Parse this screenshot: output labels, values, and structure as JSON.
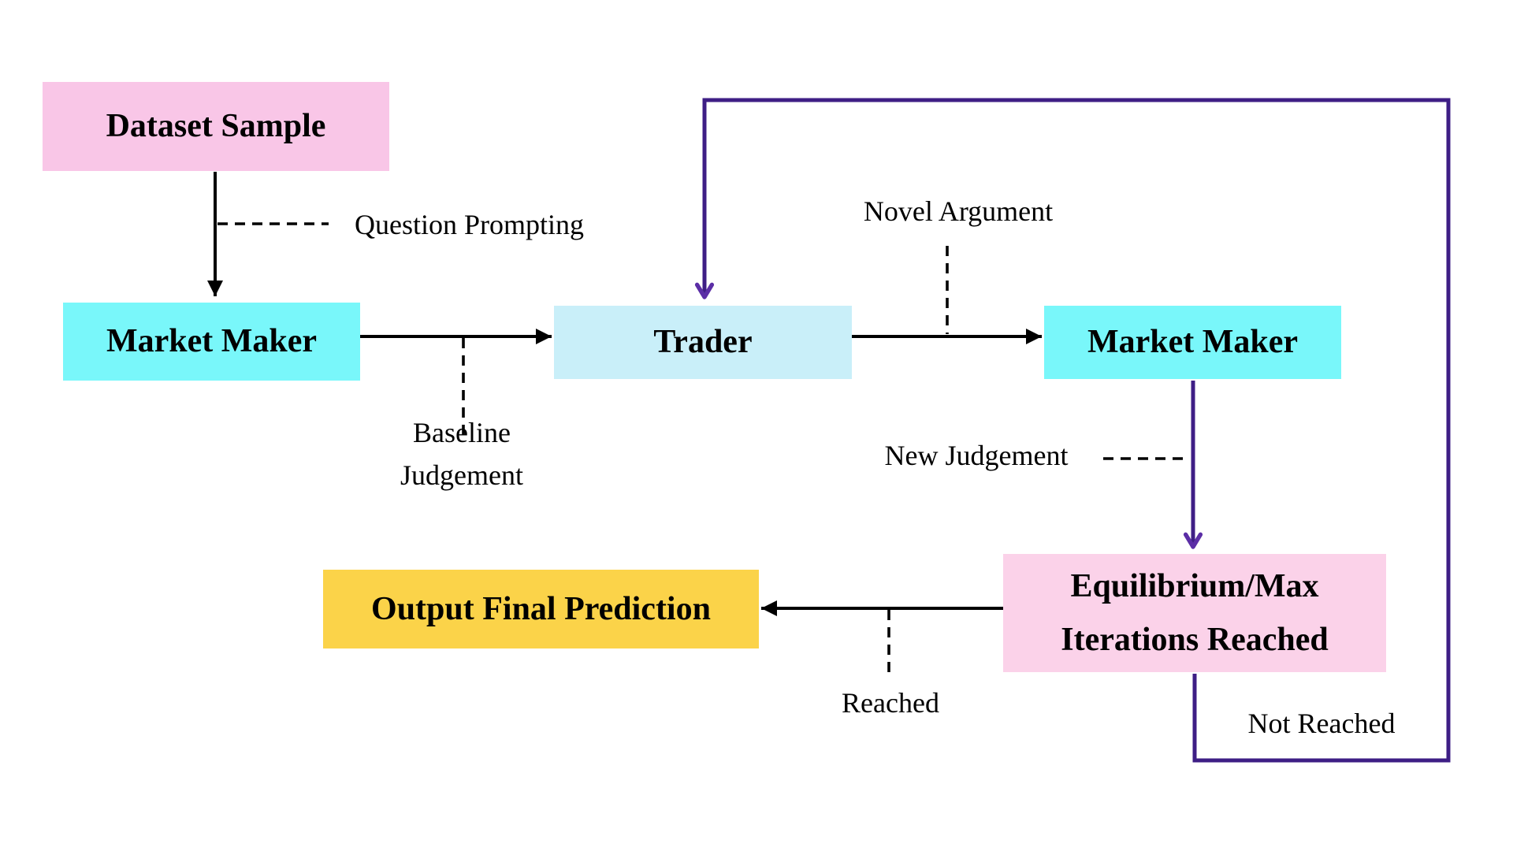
{
  "figure": {
    "background": "#ffffff",
    "nodes": {
      "dataset": {
        "label": "Dataset Sample",
        "color": "#F9C6E7"
      },
      "market_maker_1": {
        "label": "Market Maker",
        "color": "#79F7FA"
      },
      "trader": {
        "label": "Trader",
        "color": "#C9EFF9"
      },
      "market_maker_2": {
        "label": "Market Maker",
        "color": "#79F7FA"
      },
      "equilibrium": {
        "label": "Equilibrium/Max Iterations Reached",
        "color": "#FBD2E9"
      },
      "output": {
        "label": "Output Final Prediction",
        "color": "#FBD349"
      }
    },
    "annotations": {
      "question_prompting": "Question Prompting",
      "baseline_judgement": "Baseline Judgement",
      "novel_argument": "Novel Argument",
      "new_judgement": "New Judgement",
      "reached": "Reached",
      "not_reached": "Not Reached"
    },
    "colors": {
      "arrow_black": "#000000",
      "arrow_purple": "#3E1E85",
      "arrowhead_purple": "#5B2EA6",
      "text": "#000000"
    }
  }
}
